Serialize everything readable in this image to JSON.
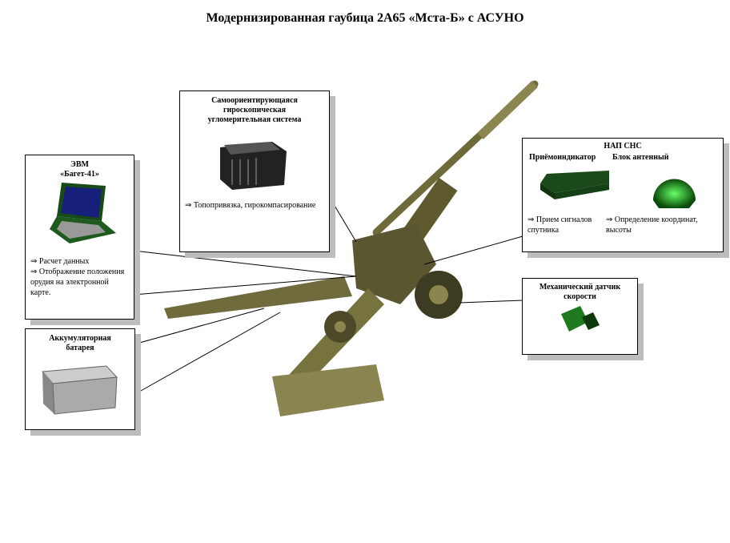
{
  "title": "Модернизированная гаубица 2А65 «Мста-Б» с АСУНО",
  "gyro": {
    "heading": "Самоориентирующаяся гироскопическая угломерительная система",
    "bullets": [
      "⇒ Топопривязка, гирокомпасирование"
    ]
  },
  "computer": {
    "heading1": "ЭВМ",
    "heading2": "«Багет-41»",
    "bullets": [
      "⇒ Расчет данных",
      "⇒ Отображение положения орудия на электронной карте."
    ]
  },
  "battery": {
    "heading": "Аккумуляторная батарея"
  },
  "nap": {
    "heading": "НАП СНС",
    "receiver": {
      "label": "Приёмоиндикатор",
      "bullet": "⇒ Прием сигналов спутника"
    },
    "antenna": {
      "label": "Блок антенный",
      "bullet": "⇒ Определение координат, высоты"
    }
  },
  "sensor": {
    "heading": "Механический датчик скорости"
  }
}
